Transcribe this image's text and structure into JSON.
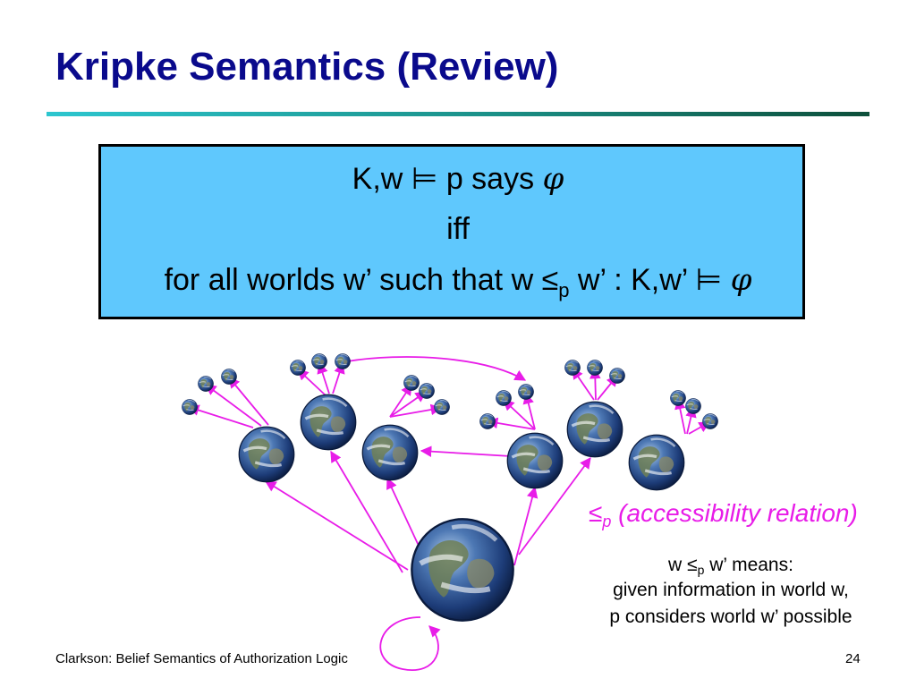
{
  "slide": {
    "title": "Kripke Semantics (Review)",
    "definition": {
      "line1_pre": "K,w ⊨ p says ",
      "line1_phi": "φ",
      "line2": "iff",
      "line3_a": "for all worlds w’ such that w ≤",
      "line3_sub": "p",
      "line3_b": " w’ : K,w’ ⊨ ",
      "line3_phi": "φ"
    },
    "legend": {
      "symbol": "≤",
      "sub": "p",
      "text": " (accessibility relation)"
    },
    "explanation": {
      "line1_a": "w ≤",
      "line1_sub": "p",
      "line1_b": " w’ means:",
      "line2": "given information in world w,",
      "line3": "p considers world w’ possible"
    },
    "footer": {
      "left": "Clarkson: Belief Semantics of Authorization Logic",
      "page_number": "24"
    },
    "colors": {
      "title": "#0a0a8c",
      "box_fill": "#5fc8fd",
      "arrow": "#e81ce8"
    }
  }
}
